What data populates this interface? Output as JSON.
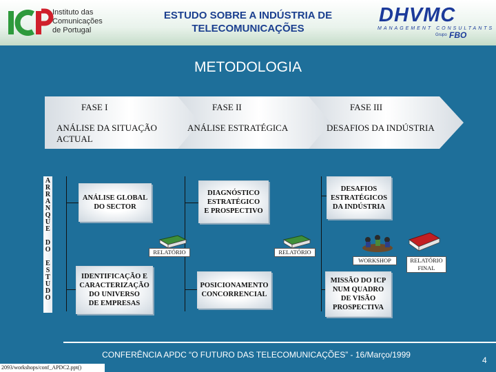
{
  "header": {
    "org_lines": [
      "Instituto das",
      "Comunicações",
      "de Portugal"
    ],
    "title_line1": "ESTUDO SOBRE A INDÚSTRIA DE",
    "title_line2": "TELECOMUNICAÇÕES",
    "consultancy_logo": "DHVMC",
    "consultancy_tagline": "MANAGEMENT CONSULTANTS",
    "group_label": "Grupo",
    "group_logo": "FBO"
  },
  "main_title": "METODOLOGIA",
  "phases": [
    {
      "label": "FASE I",
      "subtitle_line1": "ANÁLISE DA SITUAÇÃO",
      "subtitle_line2": "ACTUAL"
    },
    {
      "label": "FASE II",
      "subtitle": "ANÁLISE ESTRATÉGICA"
    },
    {
      "label": "FASE III",
      "subtitle": "DESAFIOS DA INDÚSTRIA"
    }
  ],
  "side_labels": {
    "top": [
      "A",
      "R",
      "R",
      "A",
      "N",
      "Q",
      "U",
      "E"
    ],
    "middle": [
      "D",
      "O"
    ],
    "bottom": [
      "E",
      "S",
      "T",
      "U",
      "D",
      "O"
    ]
  },
  "boxes": {
    "global_analysis": [
      "ANÁLISE GLOBAL",
      "DO SECTOR"
    ],
    "diagnosis": [
      "DIAGNÓSTICO",
      "ESTRATÉGICO",
      "E PROSPECTIVO"
    ],
    "challenges": [
      "DESAFIOS",
      "ESTRATÉGICOS",
      "DA INDÚSTRIA"
    ],
    "identification": [
      "IDENTIFICAÇÃO E",
      "CARACTERIZAÇÃO",
      "DO UNIVERSO",
      "DE EMPRESAS"
    ],
    "positioning": [
      "POSICIONAMENTO",
      "CONCORRENCIAL"
    ],
    "mission": [
      "MISSÃO DO ICP",
      "NUM QUADRO",
      "DE VISÃO",
      "PROSPECTIVA"
    ]
  },
  "captions": {
    "report1": "RELATÓRIO",
    "report2": "RELATÓRIO",
    "workshop": "WORKSHOP",
    "final_report_line1": "RELATÓRIO",
    "final_report_line2": "FINAL"
  },
  "footer": {
    "conference": "CONFERÊNCIA APDC “O FUTURO DAS TELECOMUNICAÇÕES” - 16/Março/1999",
    "page_number": "4",
    "file_path": "2093/workshops/conf_APDC2.ppt()"
  },
  "colors": {
    "background": "#1e6f9a",
    "icp_green": "#2e9a3c",
    "icp_red": "#d0202c",
    "dhv_blue": "#1b3a9a"
  }
}
